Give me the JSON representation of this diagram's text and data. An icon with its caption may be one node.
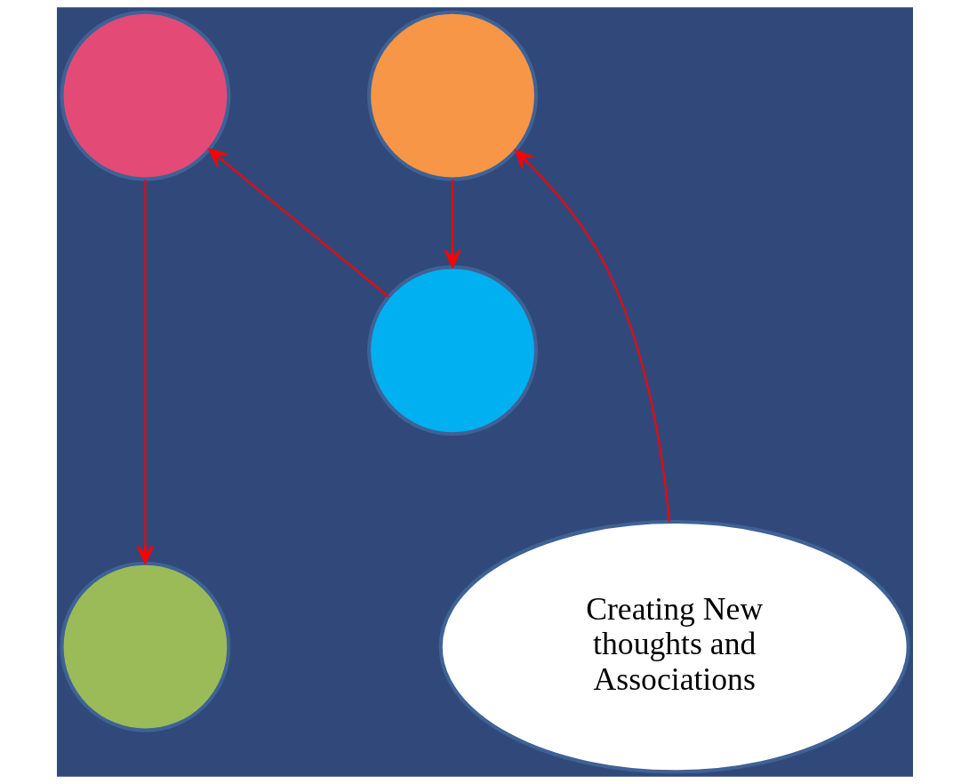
{
  "diagram": {
    "nodes": [
      {
        "text": [],
        "shape": "circle"
      },
      {
        "text": [],
        "shape": "circle"
      },
      {
        "text": [],
        "shape": "circle"
      },
      {
        "text": [
          "Creating New thoughts and Associations"
        ]
      },
      {
        "text": [],
        "shape": "circle"
      }
    ],
    "edges": [
      {
        "from": 3,
        "to": 1,
        "arrow": "to"
      },
      {
        "from": 1,
        "to": 2,
        "arrow": "to"
      },
      {
        "from": 2,
        "to": 0,
        "arrow": "to"
      },
      {
        "from": 0,
        "to": 4,
        "arrow": "to"
      }
    ]
  }
}
